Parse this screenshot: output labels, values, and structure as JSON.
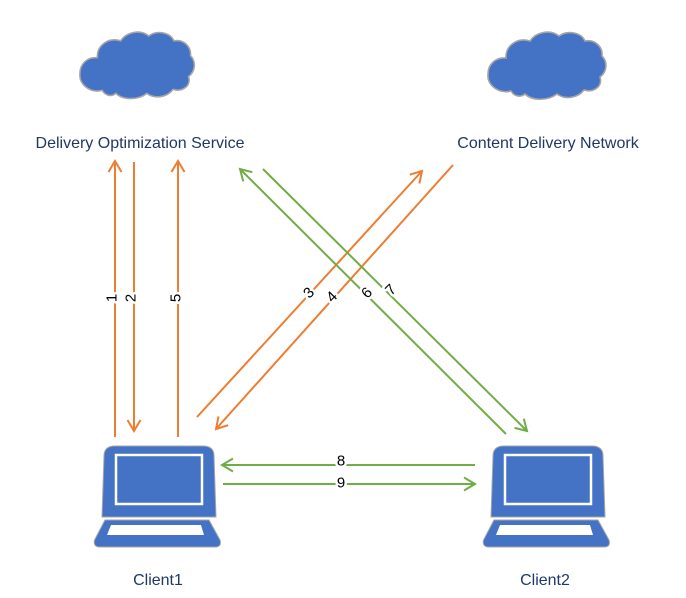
{
  "diagram": {
    "nodes": {
      "delivery_optimization_service": {
        "label": "Delivery Optimization Service",
        "icon": "cloud-icon"
      },
      "content_delivery_network": {
        "label": "Content Delivery Network",
        "icon": "cloud-icon"
      },
      "client1": {
        "label": "Client1",
        "icon": "laptop-icon"
      },
      "client2": {
        "label": "Client2",
        "icon": "laptop-icon"
      }
    },
    "arrows": [
      {
        "label": "1",
        "from": "Client1",
        "to": "Delivery Optimization Service",
        "color": "#ED7D31",
        "direction": "up"
      },
      {
        "label": "2",
        "from": "Delivery Optimization Service",
        "to": "Client1",
        "color": "#ED7D31",
        "direction": "down"
      },
      {
        "label": "3",
        "from": "Client1",
        "to": "Content Delivery Network",
        "color": "#ED7D31",
        "direction": "up-right"
      },
      {
        "label": "4",
        "from": "Content Delivery Network",
        "to": "Client1",
        "color": "#ED7D31",
        "direction": "down-left"
      },
      {
        "label": "5",
        "from": "Client1",
        "to": "Delivery Optimization Service",
        "color": "#ED7D31",
        "direction": "up"
      },
      {
        "label": "6",
        "from": "Client2",
        "to": "Delivery Optimization Service",
        "color": "#70AD47",
        "direction": "up-left"
      },
      {
        "label": "7",
        "from": "Delivery Optimization Service",
        "to": "Client2",
        "color": "#70AD47",
        "direction": "down-right"
      },
      {
        "label": "8",
        "from": "Client2",
        "to": "Client1",
        "color": "#70AD47",
        "direction": "left"
      },
      {
        "label": "9",
        "from": "Client1",
        "to": "Client2",
        "color": "#70AD47",
        "direction": "right"
      }
    ],
    "colors": {
      "node_fill": "#4472C4",
      "node_outline": "#A6A6A6",
      "orange_arrow": "#ED7D31",
      "green_arrow": "#70AD47",
      "node_label_text": "#1F3864",
      "number_text": "#000000",
      "background": "#FFFFFF"
    }
  }
}
